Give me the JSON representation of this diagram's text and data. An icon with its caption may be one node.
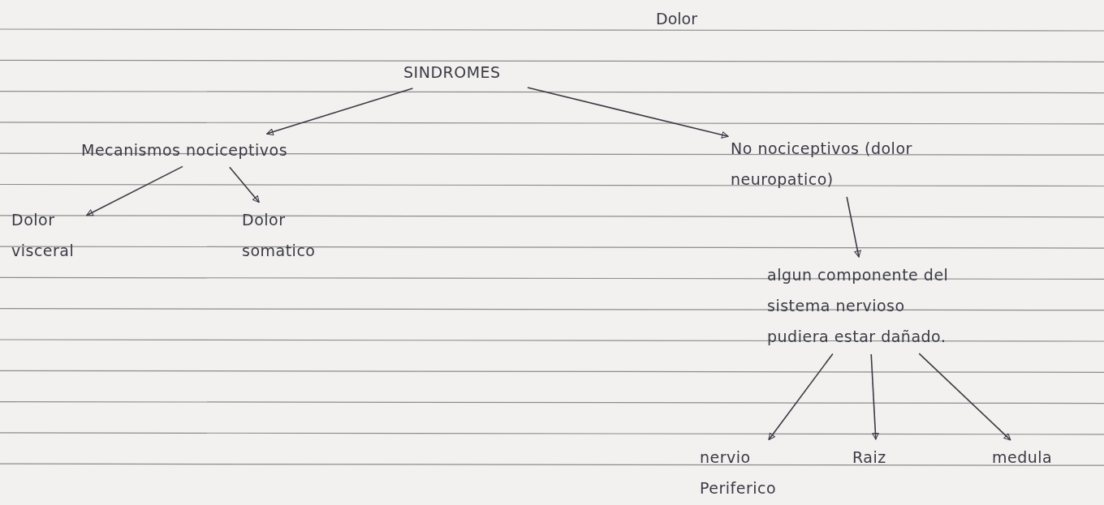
{
  "diagram": {
    "title": "Dolor",
    "nodes": [
      {
        "text": [
          "SINDROMES"
        ]
      },
      {
        "text": [
          "Mecanismos nociceptivos"
        ]
      },
      {
        "text": [
          "No nociceptivos (dolor neuropatico)"
        ]
      },
      {
        "text": [
          "Dolor visceral"
        ]
      },
      {
        "text": [
          "Dolor somatico"
        ]
      },
      {
        "text": [
          "algun componente del sistema nervioso pudiera estar dañado."
        ]
      },
      {
        "text": [
          "nervio Periferico"
        ]
      },
      {
        "text": [
          "Raiz"
        ]
      },
      {
        "text": [
          "medula"
        ]
      }
    ],
    "edges": [
      {
        "from": 0,
        "to": 1,
        "arrow": "to"
      },
      {
        "from": 0,
        "to": 2,
        "arrow": "to"
      },
      {
        "from": 1,
        "to": 3,
        "arrow": "to"
      },
      {
        "from": 1,
        "to": 4,
        "arrow": "to"
      },
      {
        "from": 2,
        "to": 5,
        "arrow": "to"
      },
      {
        "from": 5,
        "to": 6,
        "arrow": "to"
      },
      {
        "from": 5,
        "to": 7,
        "arrow": "to"
      },
      {
        "from": 5,
        "to": 8,
        "arrow": "to"
      }
    ]
  }
}
